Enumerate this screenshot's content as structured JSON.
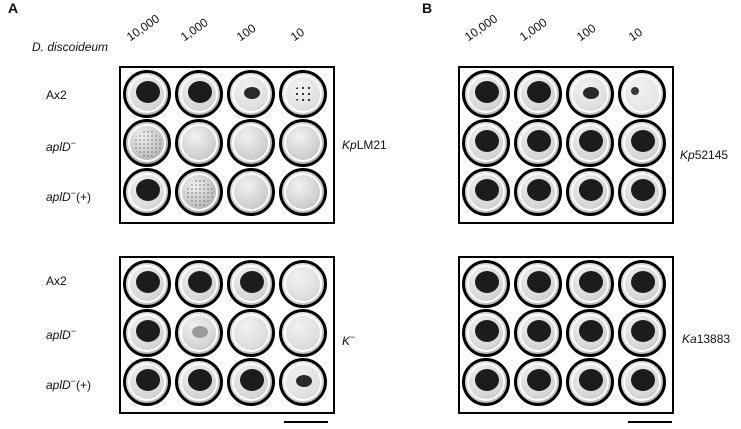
{
  "panels": {
    "A": {
      "label": "A"
    },
    "B": {
      "label": "B"
    }
  },
  "species_label": "D. discoideum",
  "dilutions": [
    "10,000",
    "1,000",
    "100",
    "10"
  ],
  "row_labels_A_top": [
    {
      "main": "Ax2",
      "suffix": ""
    },
    {
      "main": "aplD",
      "suffix": "(+)"
    }
  ],
  "rows": {
    "ax2": "Ax2",
    "apld": "aplD",
    "apld_minus": "−",
    "apld_plus_suffix": "(+)"
  },
  "strains": {
    "kp_lm21_italic": "Kp",
    "kp_lm21_rest": "LM21",
    "k_minus_italic": "K",
    "k_minus_sup": "−",
    "kp52145_italic": "Kp",
    "kp52145_rest": "52145",
    "ka13883_italic": "Ka",
    "ka13883_rest": "13883"
  },
  "colors": {
    "well_border": "#000000",
    "agar_gray": "#c9c9c9",
    "dark_growth": "#1e1e1e"
  }
}
